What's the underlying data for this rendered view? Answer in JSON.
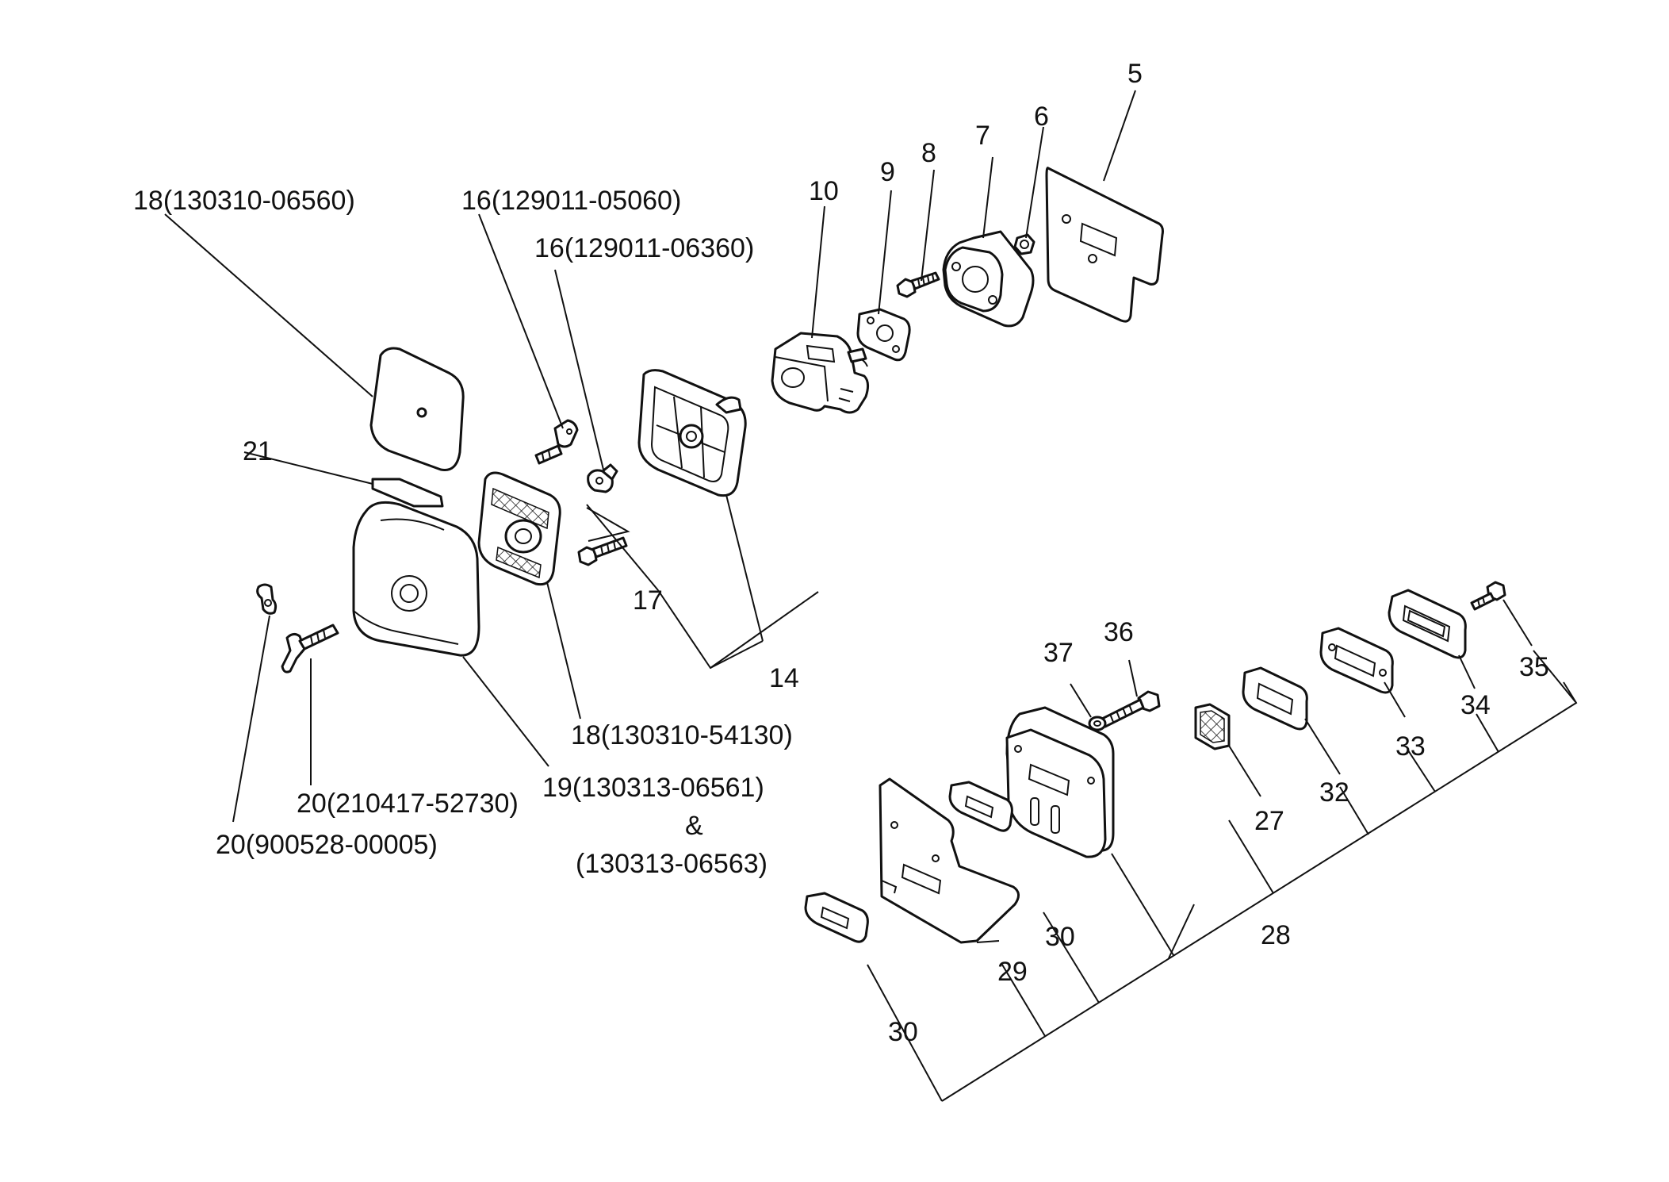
{
  "labels": {
    "l5": "5",
    "l6": "6",
    "l7": "7",
    "l8": "8",
    "l9": "9",
    "l10": "10",
    "l14": "14",
    "l16a": "16(129011-05060)",
    "l16b": "16(129011-06360)",
    "l17": "17",
    "l18a": "18(130310-06560)",
    "l18b": "18(130310-54130)",
    "l19a": "19(130313-06561)",
    "l19amp": "&",
    "l19b": "(130313-06563)",
    "l20a": "20(210417-52730)",
    "l20b": "20(900528-00005)",
    "l21": "21",
    "l27": "27",
    "l28": "28",
    "l29": "29",
    "l30a": "30",
    "l30b": "30",
    "l32": "32",
    "l33": "33",
    "l34": "34",
    "l35": "35",
    "l36": "36",
    "l37": "37"
  }
}
